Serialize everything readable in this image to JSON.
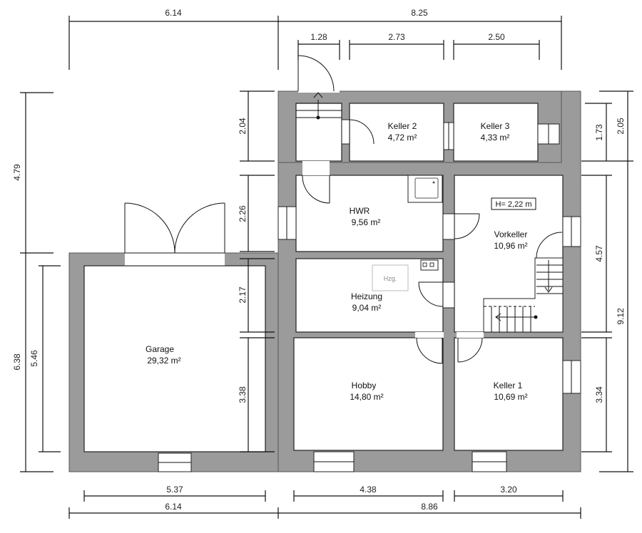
{
  "rooms": {
    "keller2": {
      "name": "Keller 2",
      "area": "4,72 m²"
    },
    "keller3": {
      "name": "Keller 3",
      "area": "4,33 m²"
    },
    "hwr": {
      "name": "HWR",
      "area": "9,56 m²"
    },
    "vorkeller": {
      "name": "Vorkeller",
      "area": "10,96 m²"
    },
    "heizung": {
      "name": "Heizung",
      "area": "9,04 m²"
    },
    "garage": {
      "name": "Garage",
      "area": "29,32 m²"
    },
    "hobby": {
      "name": "Hobby",
      "area": "14,80 m²"
    },
    "keller1": {
      "name": "Keller 1",
      "area": "10,69 m²"
    }
  },
  "labels": {
    "height_note": "H= 2,22 m",
    "boiler": "Hzg."
  },
  "dims": {
    "top_left": "6.14",
    "top_right": "8.25",
    "top_seg1": "1.28",
    "top_seg2": "2.73",
    "top_seg3": "2.50",
    "left_upper": "4.79",
    "left_lower": "6.38",
    "left_garage": "5.46",
    "mid_1": "2.04",
    "mid_2": "2.26",
    "mid_3": "2.17",
    "mid_4": "3.38",
    "right_1": "1.73",
    "right_2": "2.05",
    "right_3": "4.57",
    "right_4": "9.12",
    "right_5": "3.34",
    "bottom_1": "5.37",
    "bottom_2": "4.38",
    "bottom_3": "3.20",
    "bottom_4": "6.14",
    "bottom_5": "8.86"
  }
}
